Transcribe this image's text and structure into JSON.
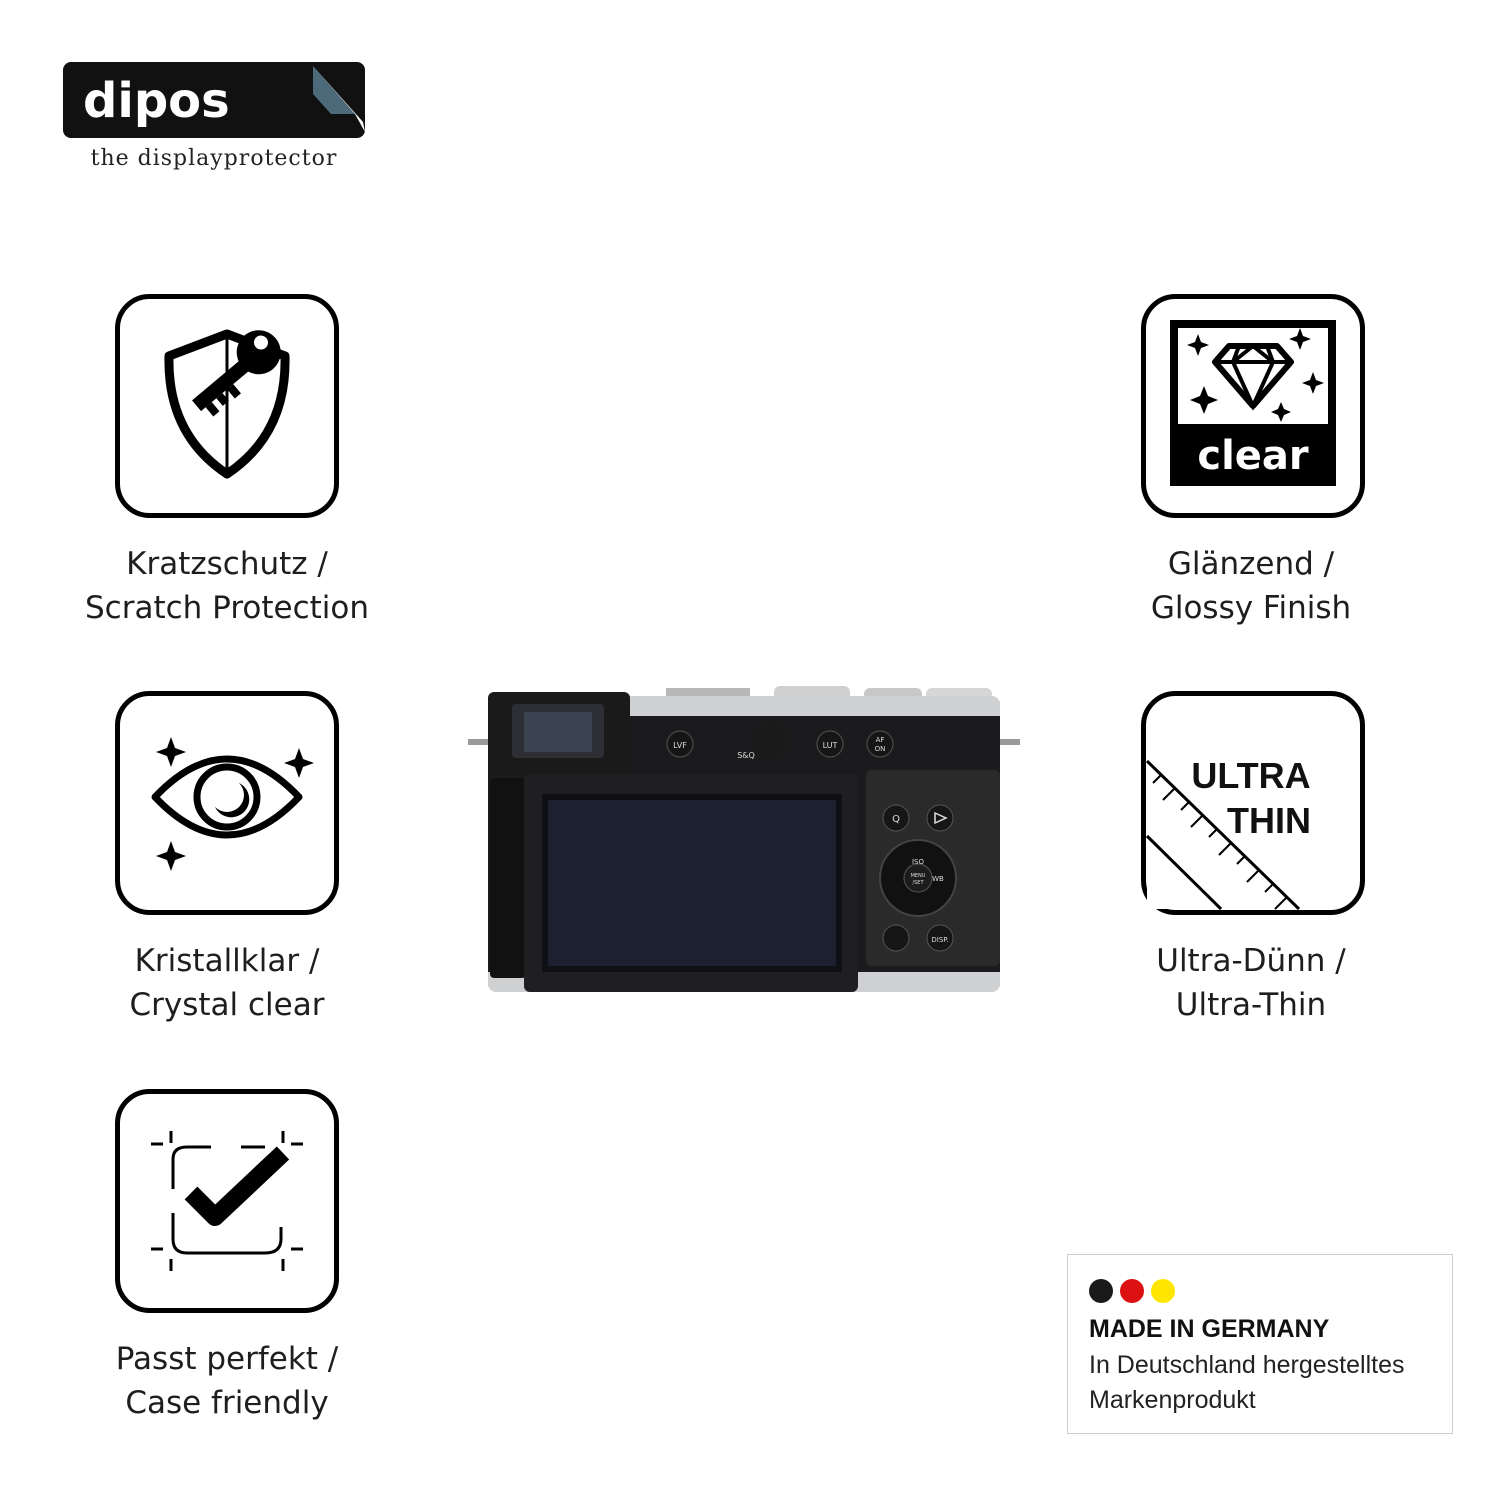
{
  "brand": {
    "name": "dipos",
    "tagline": "the displayprotector"
  },
  "features": [
    {
      "icon": "shield-key-icon",
      "line1": "Kratzschutz /",
      "line2": "Scratch Protection"
    },
    {
      "icon": "diamond-clear-icon",
      "badge": "clear",
      "line1": "Glänzend /",
      "line2": "Glossy Finish"
    },
    {
      "icon": "sparkle-eye-icon",
      "line1": "Kristallklar /",
      "line2": "Crystal clear"
    },
    {
      "icon": "ruler-ultra-thin-icon",
      "badge_line1": "ULTRA",
      "badge_line2": "THIN",
      "line1": "Ultra-Dünn /",
      "line2": "Ultra-Thin"
    },
    {
      "icon": "fit-check-icon",
      "line1": "Passt perfekt /",
      "line2": "Case friendly"
    }
  ],
  "camera": {
    "buttons": {
      "lvf": "LVF",
      "sq_mode": "S&Q",
      "lut": "LUT",
      "af_on_1": "AF",
      "af_on_2": "ON",
      "q": "Q",
      "iso": "ISO",
      "menu_1": "MENU",
      "menu_2": "/SET",
      "wb": "WB",
      "disp": "DISP."
    }
  },
  "made_in": {
    "headline": "MADE IN GERMANY",
    "line1": "In Deutschland hergestelltes",
    "line2": "Markenprodukt",
    "flag_colors": [
      "#1a1a1a",
      "#dd1111",
      "#ffe600"
    ]
  }
}
